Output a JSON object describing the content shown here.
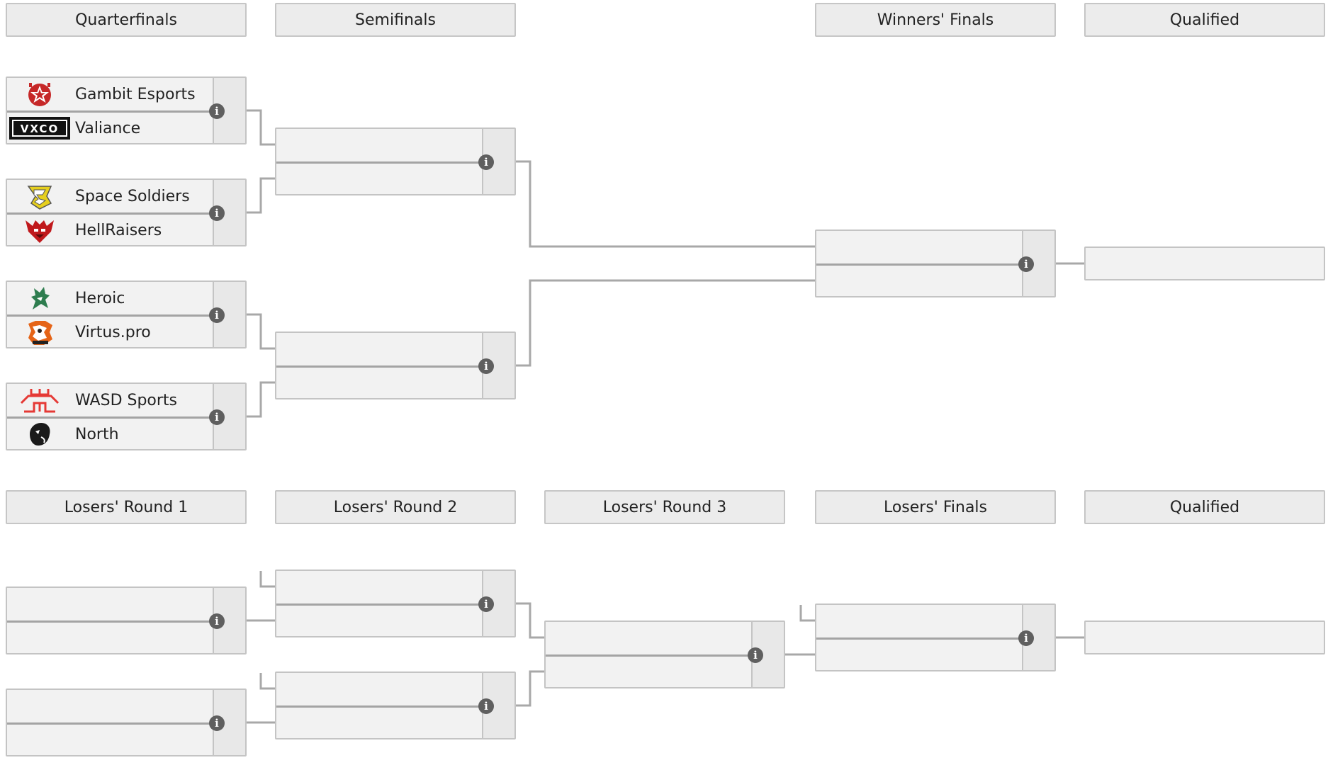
{
  "upper_headers": [
    "Quarterfinals",
    "Semifinals",
    "Winners' Finals",
    "Qualified"
  ],
  "lower_headers": [
    "Losers' Round 1",
    "Losers' Round 2",
    "Losers' Round 3",
    "Losers' Finals",
    "Qualified"
  ],
  "info_icon_glyph": "i",
  "colors": {
    "line": "#a8a8a8",
    "match_bg": "#f2f2f2",
    "header_bg": "#ececec",
    "info_icon": "#5f5f5f"
  },
  "matches": {
    "qf1": {
      "team1": {
        "name": "Gambit Esports",
        "icon": "gambit-logo-icon"
      },
      "team2": {
        "name": "Valiance",
        "icon": "valiance-logo-icon"
      }
    },
    "qf2": {
      "team1": {
        "name": "Space Soldiers",
        "icon": "space-soldiers-logo-icon"
      },
      "team2": {
        "name": "HellRaisers",
        "icon": "hellraisers-logo-icon"
      }
    },
    "qf3": {
      "team1": {
        "name": "Heroic",
        "icon": "heroic-logo-icon"
      },
      "team2": {
        "name": "Virtus.pro",
        "icon": "virtus-pro-logo-icon"
      }
    },
    "qf4": {
      "team1": {
        "name": "WASD Sports",
        "icon": "wasd-sports-logo-icon"
      },
      "team2": {
        "name": "North",
        "icon": "north-logo-icon"
      }
    }
  }
}
